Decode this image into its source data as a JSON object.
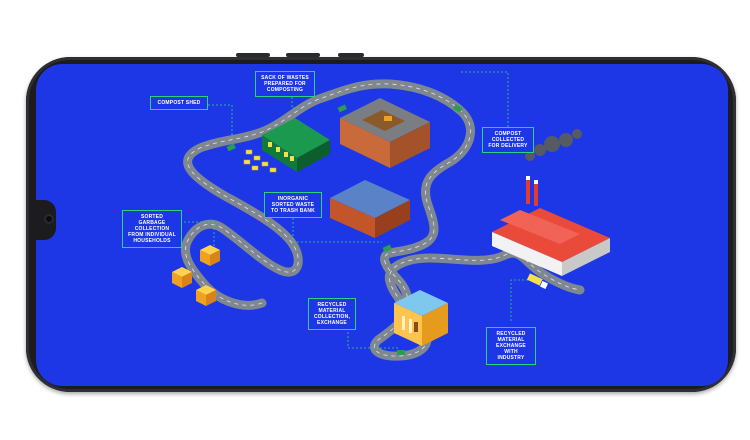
{
  "labels": {
    "compost_shed": "COMPOST SHED",
    "sack_of_wastes": "SACK OF WASTES PREPARED FOR COMPOSTING",
    "compost_collected": "COMPOST COLLECTED FOR DELIVERY",
    "inorganic": "INORGANIC SORTED WASTE TO TRASH BANK",
    "sorted_garbage": "SORTED GARBAGE COLLECTION FROM INDIVIDUAL HOUSEHOLDS",
    "recycled_collection": "RECYCLED MATERIAL COLLECTION, EXCHANGE",
    "recycled_exchange": "RECYCLED MATERIAL EXCHANGE WITH INDUSTRY"
  },
  "colors": {
    "screen": "#1d37e6",
    "road": "#7f8790",
    "label_border": "#2bd47a",
    "factory_roof": "#e8392f",
    "compost_roof": "#0f7a3a",
    "bank_roof": "#f0a21e"
  }
}
